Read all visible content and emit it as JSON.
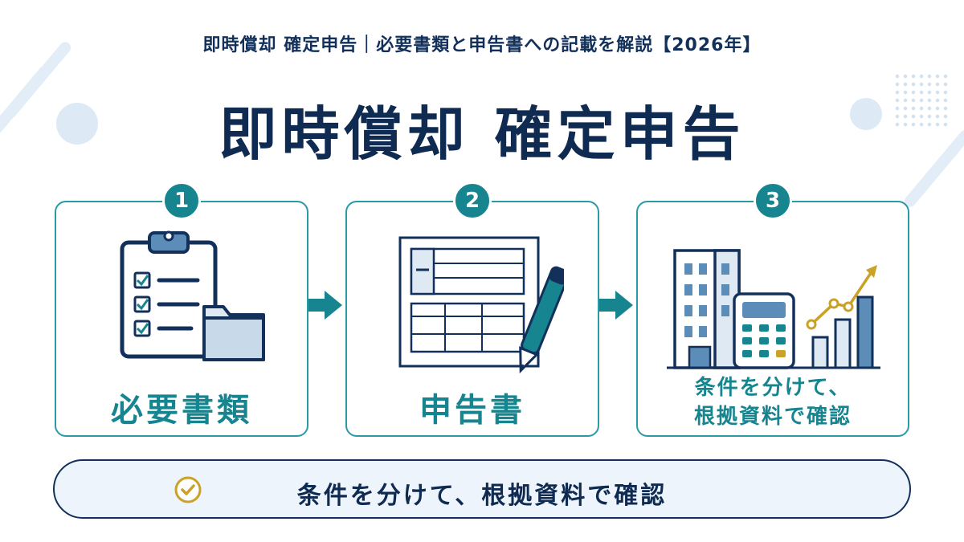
{
  "header": {
    "subtitle": "即時償却 確定申告｜必要書類と申告書への記載を解説【2026年】",
    "title": "即時償却 確定申告"
  },
  "steps": [
    {
      "number": "1",
      "label": "必要書類",
      "icon": "clipboard-checklist-folder-icon"
    },
    {
      "number": "2",
      "label": "申告書",
      "icon": "tax-form-pen-icon"
    },
    {
      "number": "3",
      "label_line1": "条件を分けて、",
      "label_line2": "根拠資料で確認",
      "icon": "building-calculator-chart-icon"
    }
  ],
  "banner": {
    "text": "条件を分けて、根拠資料で確認",
    "icon": "check-circle-icon"
  },
  "colors": {
    "navy": "#12305a",
    "teal": "#16858f",
    "teal_border": "#2a9aa4",
    "gold": "#c9a227",
    "banner_bg": "#eef4fb"
  }
}
